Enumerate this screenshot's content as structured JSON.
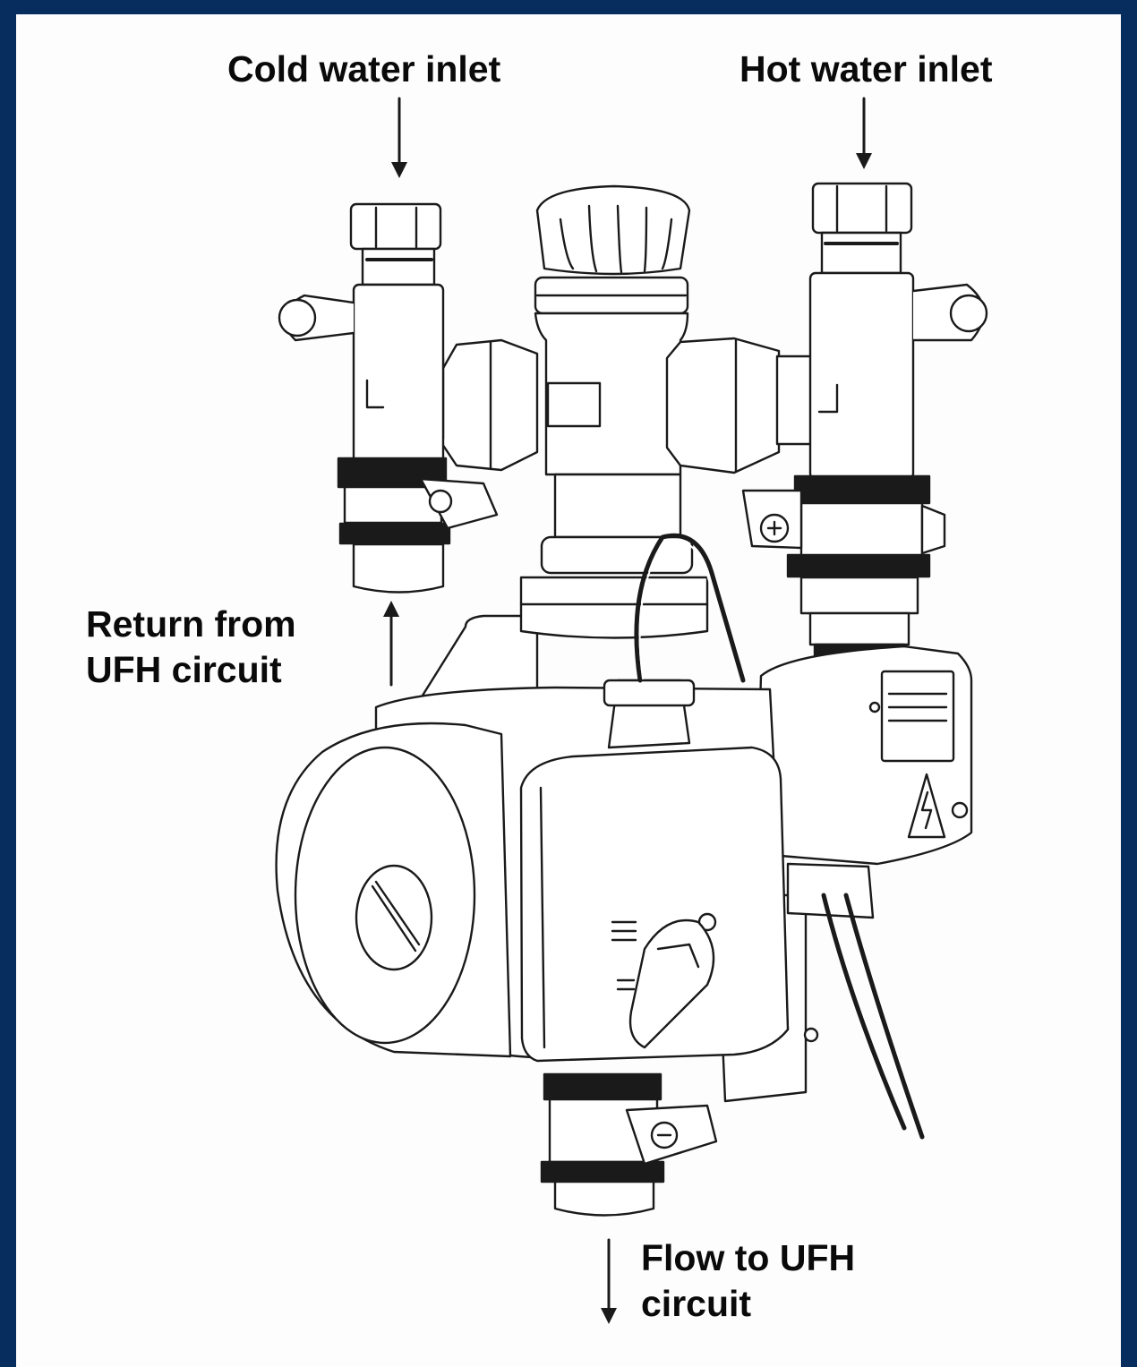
{
  "labels": {
    "cold_inlet": "Cold water inlet",
    "hot_inlet": "Hot water inlet",
    "return_ufh": "Return from\nUFH circuit",
    "flow_ufh": "Flow to UFH\ncircuit"
  },
  "colors": {
    "frame_border": "#062d5e",
    "background": "#fdfdfd",
    "line": "#1a1a1a"
  }
}
